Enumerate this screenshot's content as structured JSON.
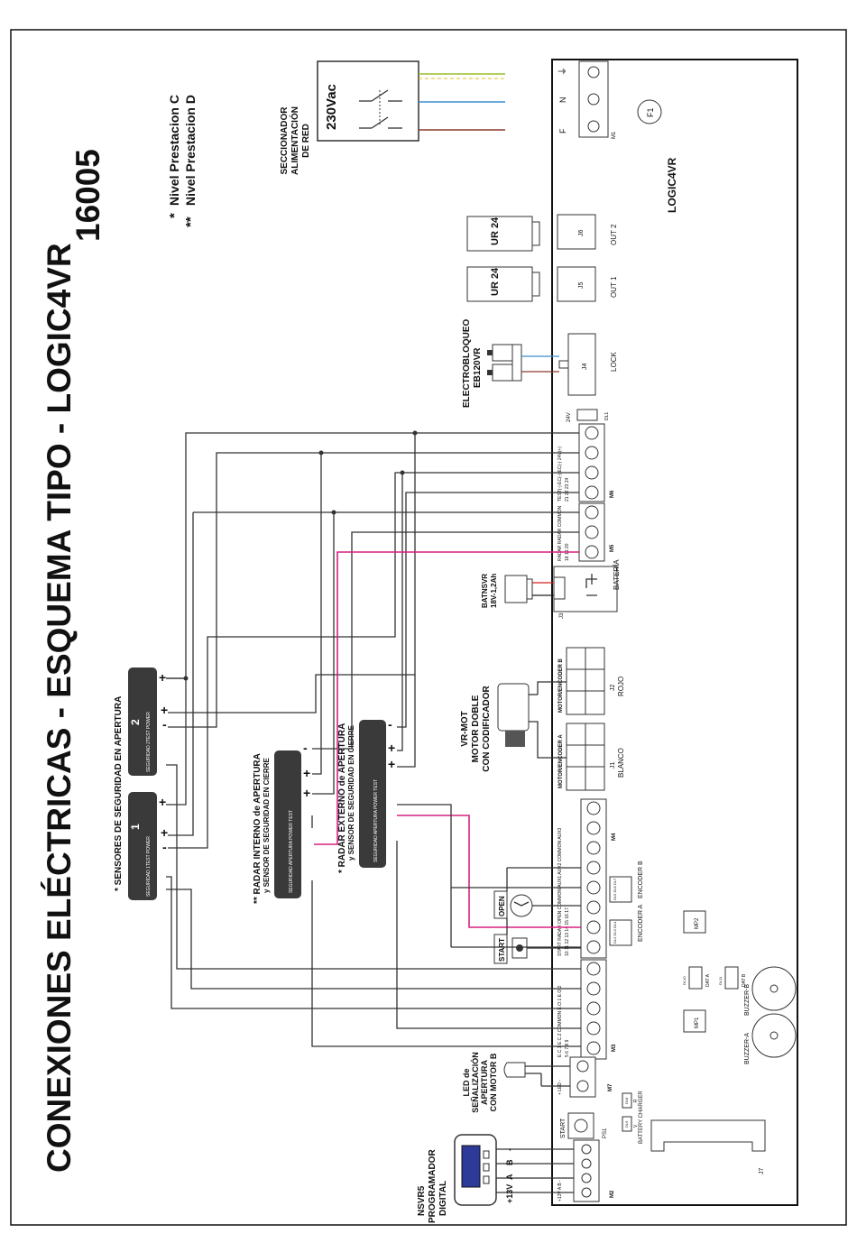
{
  "title": "CONEXIONES ELÉCTRICAS - ESQUEMA TIPO - LOGIC4VR",
  "code": "16005",
  "legend": {
    "c_marker": "*",
    "c_text": "Nivel Prestacion C",
    "d_marker": "**",
    "d_text": "Nivel Prestacion D"
  },
  "mains": {
    "label_lines": [
      "SECCIONADOR",
      "ALIMENTACIÓN",
      "DE RED"
    ],
    "voltage": "230Vac"
  },
  "board": {
    "name": "LOGIC4VR",
    "fuse": "F1",
    "m1_terminals": [
      "F",
      "N",
      "⏚"
    ],
    "m1_label": "M1",
    "j5": "J5",
    "out1": "OUT 1",
    "j6": "J6",
    "out2": "OUT 2",
    "j4": "J4",
    "lock": "LOCK",
    "dl1": "DL1",
    "v24": "24V",
    "m6_label": "M6",
    "m6_terms": "TEST(-) EC(-) EC(-) 24V(+)",
    "m6_nums": "21  22  23  24",
    "m5_label": "M5",
    "m5_terms": "RADAR RADAR COMMON",
    "m5_nums": "18  19  20",
    "j3": "J3",
    "bateria": "BATERÍA",
    "j2": "J2",
    "rojo": "ROJO",
    "motor_b": "MOTOR/ENCODER B",
    "j1": "J1",
    "blanco": "BLANCO",
    "motor_a": "MOTOR/ENCODER A",
    "m4_label": "M4",
    "m4_terms": "START RADAR OPEN COMMON AUX1 AUX2 COMMON AUX3",
    "m4_nums": "10  11  12  13  14  15  16  17",
    "encoder_a": "ENCODER A",
    "encoder_b": "ENCODER B",
    "encoder_a_leds": "DL2 DL3 DL4",
    "encoder_b_leds": "DL5 DL6 DL7",
    "m3_label": "M3",
    "m3_terms": "E.C.1 E.C.2 COMMON E.O.1 E.O.2",
    "m3_nums": "5  6  7  8  9",
    "mp1": "MP1",
    "mp2": "MP2",
    "dat_a": "DAT A",
    "dat_b": "DAT B",
    "dl9": "DL9",
    "dl10": "DL10",
    "dl11": "DL11",
    "buzzer_a": "BUZZER-A",
    "buzzer_b": "BUZZER-B",
    "m7_label": "M7",
    "m7_terms": "+ LED -",
    "ps1": "PS1",
    "start_btn": "START",
    "battery_charger": "BATTERY CHARGER",
    "v": "V",
    "r": "R",
    "dl8": "DL8",
    "m2_label": "M2",
    "m2_terms": "+13V A B -",
    "j7": "J7"
  },
  "ur24_top": "UR 24",
  "ur24_bottom": "UR 24",
  "electrobloqueo": [
    "ELECTROBLOQUEO",
    "EB120VR"
  ],
  "battery": [
    "BATNSVR",
    "18V-1,2Ah"
  ],
  "motor": [
    "VR-MOT",
    "MOTOR DOBLE",
    "CON CODIFICADOR"
  ],
  "sensor_apertura_title": "* SENSORES DE SEGURIDAD EN APERTURA",
  "sensor1": {
    "number": "1",
    "labels": "SEGURIDAD  1TEST  POWER"
  },
  "sensor2": {
    "number": "2",
    "labels": "SEGURIDAD  2TEST  POWER"
  },
  "radar_int": {
    "title": [
      "** RADAR INTERNO de APERTURA",
      "y SENSOR DE SEGURIDAD EN CIERRE"
    ],
    "labels": "SEGURIDAD APERTURA  POWER  TEST"
  },
  "radar_ext": {
    "title": [
      "* RADAR EXTERNO de APERTURA",
      "y SENSOR DE SEGURIDAD EN CIERRE"
    ],
    "labels": "SEGURIDAD APERTURA  POWER  TEST"
  },
  "signs": {
    "plus": "+",
    "minus": "-"
  },
  "open_label": "OPEN",
  "start_label": "START",
  "led_signal": [
    "LED de",
    "SEÑALIZACIÓN",
    "APERTURA",
    "CON MOTOR B"
  ],
  "nsvr5": [
    "NSVR5",
    "PROGRAMADOR",
    "DIGITAL"
  ],
  "prog_pins": [
    "+13V",
    "A",
    "B",
    "-"
  ]
}
